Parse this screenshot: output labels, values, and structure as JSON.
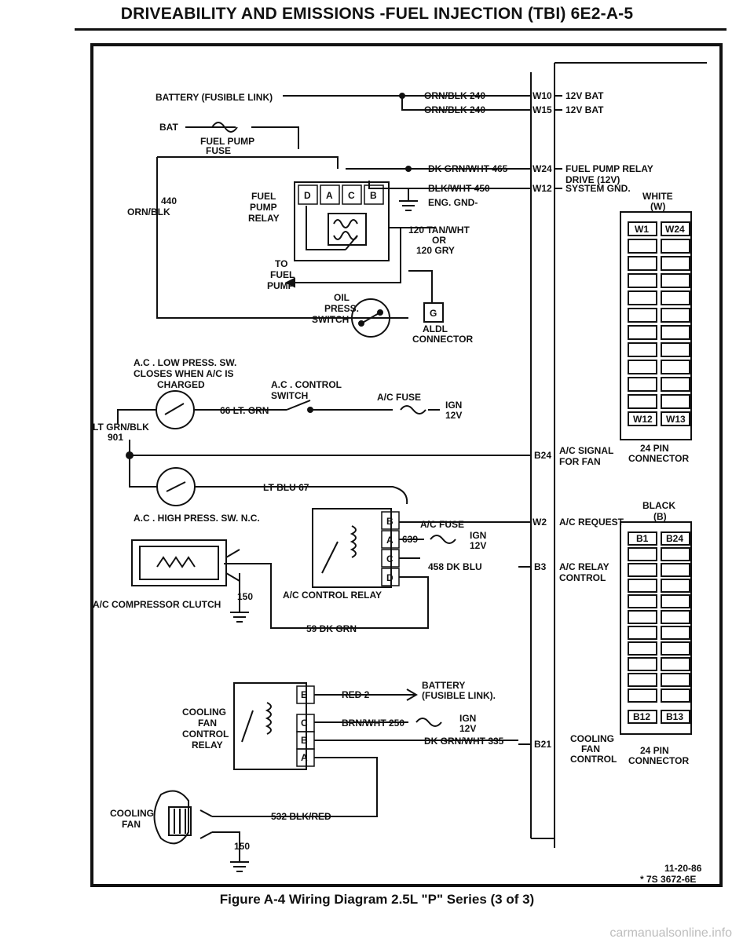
{
  "header": {
    "title": "DRIVEABILITY AND EMISSIONS -FUEL INJECTION (TBI) 6E2-A-5"
  },
  "labels": {
    "battery_fusible": "BATTERY (FUSIBLE LINK)",
    "w_orn1": "ORN/BLK 240",
    "w_orn2": "ORN/BLK 240",
    "pin_w10": "W10",
    "pin_w15": "W15",
    "bat12a": "12V BAT",
    "bat12b": "12V BAT",
    "bat": "BAT",
    "fpfuse1": "FUEL PUMP",
    "fpfuse2": "FUSE",
    "w_dkgrn465": "DK GRN/WHT 465",
    "pin_w24": "W24",
    "fprelay1": "FUEL PUMP RELAY",
    "fprelay2": "DRIVE (12V)",
    "w_blk450": "BLK/WHT 450",
    "pin_w12": "W12",
    "sysgnd": "SYSTEM GND.",
    "c440": "440",
    "c440b": "ORN/BLK",
    "fuel1": "FUEL",
    "fuel2": "PUMP",
    "fuel3": "RELAY",
    "rD": "D",
    "rA": "A",
    "rC": "C",
    "rB": "B",
    "enggnd": "ENG. GND-",
    "w120a": "120 TAN/WHT",
    "w120b": "OR",
    "w120c": "120 GRY",
    "tofp1": "TO",
    "tofp2": "FUEL",
    "tofp3": "PUMP",
    "oil1": "OIL",
    "oil2": "PRESS.",
    "oil3": "SWITCH",
    "aldlG": "G",
    "aldl1": "ALDL",
    "aldl2": "CONNECTOR",
    "white1": "WHITE",
    "white2": "(W)",
    "pw1": "W1",
    "pw24": "W24",
    "pw12": "W12",
    "pw13": "W13",
    "conn24a1": "24 PIN",
    "conn24a2": "CONNECTOR",
    "aclow1": "A.C . LOW PRESS. SW.",
    "aclow2": "CLOSES WHEN A/C IS",
    "aclow3": "CHARGED",
    "accont1": "A.C . CONTROL",
    "accont2": "SWITCH",
    "acfuse1": "A/C FUSE",
    "ign1a": "IGN",
    "ign1b": "12V",
    "w66": "66 LT. GRN",
    "ltgrn1": "LT GRN/BLK",
    "ltgrn2": "901",
    "pin_b24": "B24",
    "acsig1": "A/C SIGNAL",
    "acsig2": "FOR FAN",
    "ltblu": "LT BLU 67",
    "achigh": "A.C . HIGH PRESS. SW. N.C.",
    "pin_w2": "W2",
    "acreq": "A/C REQUEST",
    "black1": "BLACK",
    "black2": "(B)",
    "pb1": "B1",
    "pb24": "B24",
    "pb12": "B12",
    "pb13": "B13",
    "acrB": "B",
    "acrA": "A",
    "acrC": "C",
    "acrD": "D",
    "acfuse2": "A/C FUSE",
    "w639": "639",
    "ign2a": "IGN",
    "ign2b": "12V",
    "w458": "458 DK BLU",
    "pin_b3": "B3",
    "acrel1": "A/C RELAY",
    "acrel2": "CONTROL",
    "accomp": "A/C COMPRESSOR CLUTCH",
    "c150a": "150",
    "acrelay": "A/C CONTROL RELAY",
    "w59": "59 DK GRN",
    "cfE": "E",
    "cfC": "C",
    "cfB": "B",
    "cfA": "A",
    "red2": "RED 2",
    "bfl1": "BATTERY",
    "bfl2": "(FUSIBLE LINK).",
    "cool1": "COOLING",
    "cool2": "FAN",
    "cool3": "CONTROL",
    "cool4": "RELAY",
    "w250": "BRN/WHT 250",
    "ign3a": "IGN",
    "ign3b": "12V",
    "w335": "DK GRN/WHT 335",
    "pin_b21": "B21",
    "cfc1": "COOLING",
    "cfc2": "FAN",
    "cfc3": "CONTROL",
    "conn24b1": "24 PIN",
    "conn24b2": "CONNECTOR",
    "cfan1": "COOLING",
    "cfan2": "FAN",
    "w532": "532 BLK/RED",
    "c150b": "150",
    "date": "11-20-86",
    "code": "* 7S 3672-6E"
  },
  "caption": "Figure A-4 Wiring Diagram 2.5L \"P\" Series (3 of 3)",
  "watermark": "carmanualsonline.info"
}
